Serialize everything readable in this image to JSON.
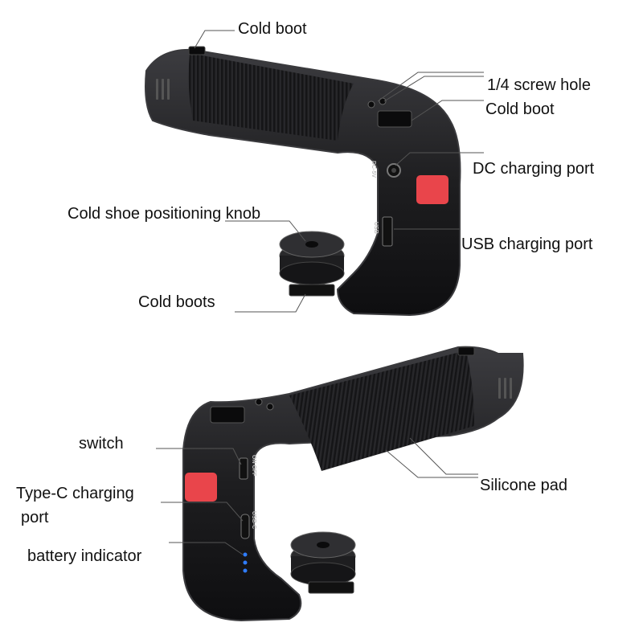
{
  "colors": {
    "body": "#1c1c1e",
    "body_edge": "#3a3a3d",
    "grip": "#2a2a2c",
    "button": "#e9454b",
    "led": "#2f7dff",
    "leader_line": "#555555"
  },
  "icons": [
    "cold-boot-icon",
    "screw-hole-icon",
    "dc-port-icon",
    "usb-port-icon",
    "type-c-port-icon",
    "red-button-icon",
    "led-indicator-icon",
    "knob-icon"
  ],
  "product_print": {
    "dc": "DC-5V",
    "usb": "USB",
    "on_off": "ON OFF",
    "usb_c": "USB-C"
  },
  "labels": {
    "cold_boot_top": "Cold boot",
    "screw_hole": "1/4 screw hole",
    "cold_boot_right": "Cold boot",
    "dc_port": "DC charging port",
    "knob": "Cold shoe positioning knob",
    "usb_port": "USB charging port",
    "cold_boots": "Cold boots",
    "switch": "switch",
    "type_c_line1": "Type-C charging",
    "type_c_line2": "port",
    "silicone_pad": "Silicone pad",
    "battery_indicator": "battery indicator"
  },
  "indicator_levels": 3
}
